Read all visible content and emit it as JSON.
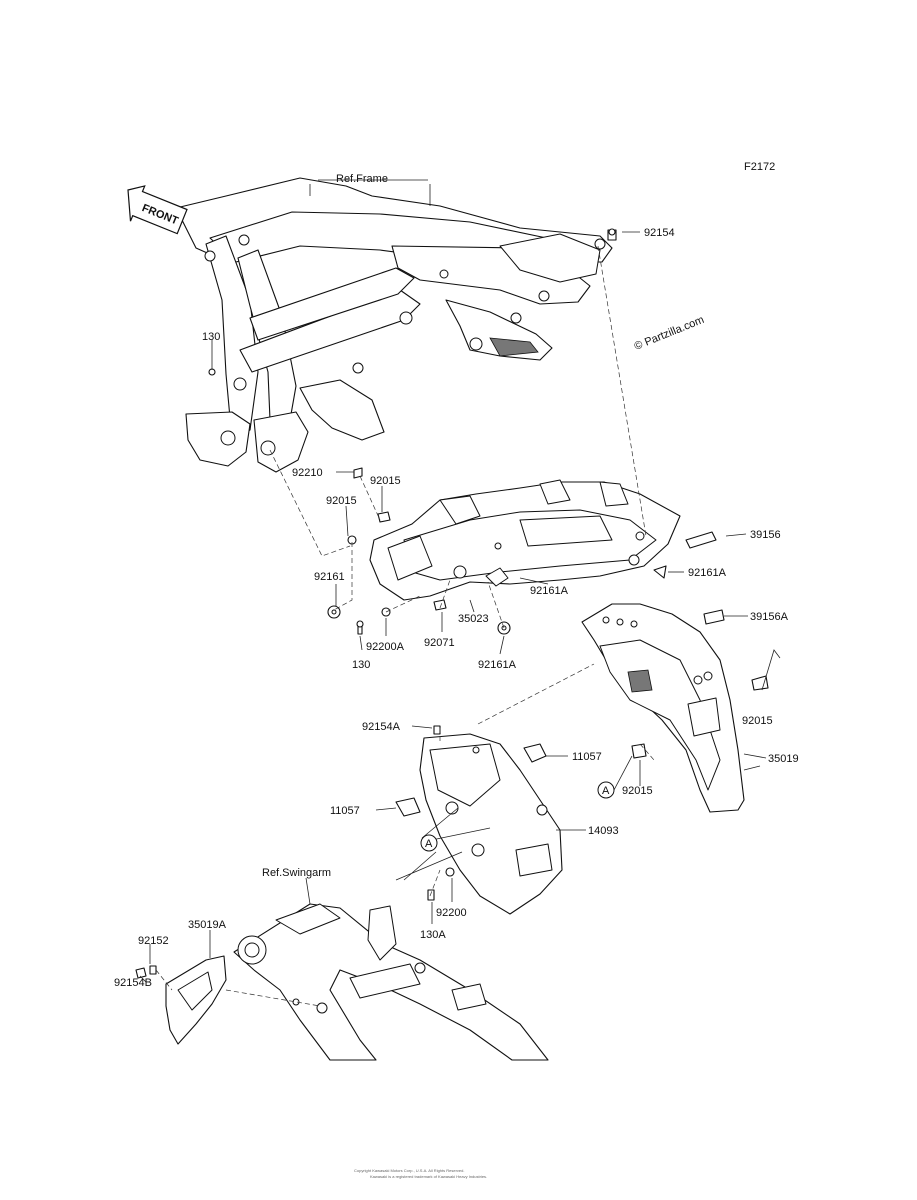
{
  "diagram_code": "F2172",
  "references": {
    "frame": "Ref.Frame",
    "swingarm": "Ref.Swingarm"
  },
  "direction_tag": "FRONT",
  "watermark": "© Partzilla.com",
  "reference_marker": "A",
  "parts": {
    "p92154_top": "92154",
    "p130_top": "130",
    "p92210": "92210",
    "p92015_a": "92015",
    "p92015_b": "92015",
    "p39156": "39156",
    "p92161": "92161",
    "p92161A_right": "92161A",
    "p92161A_mid": "92161A",
    "p35023": "35023",
    "p92200A": "92200A",
    "p92071": "92071",
    "p130_mid": "130",
    "p92161A_low": "92161A",
    "p39156A": "39156A",
    "p92154A": "92154A",
    "p11057_right": "11057",
    "p92015_c": "92015",
    "p35019": "35019",
    "p11057_left": "11057",
    "p92015_d": "92015",
    "p14093": "14093",
    "p92200": "92200",
    "p130A": "130A",
    "p92152": "92152",
    "p35019A": "35019A",
    "p92154B": "92154B"
  },
  "footer": {
    "line1": "Copyright Kawasaki Motors Corp., U.S.A. All Rights Reserved.",
    "line2": "Kawasaki is a registered trademark of Kawasaki Heavy Industries."
  }
}
